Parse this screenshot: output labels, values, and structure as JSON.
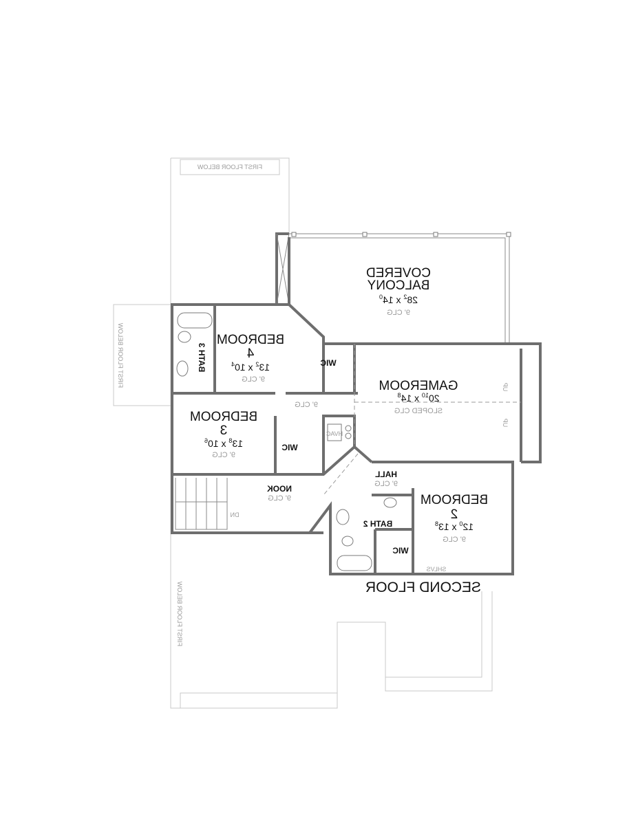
{
  "plan_title": "SECOND FLOOR",
  "first_floor_labels": [
    "FIRST FLOOR BELOW",
    "FIRST FLOOR BELOW",
    "FIRST FLOOR BELOW"
  ],
  "rooms": {
    "covered_balcony": {
      "name1": "COVERED",
      "name2": "BALCONY",
      "w": "28",
      "wi": "2",
      "h": "14",
      "hi": "0",
      "clg": "9' CLG"
    },
    "bedroom4": {
      "name1": "BEDROOM",
      "name2": "4",
      "w": "13",
      "wi": "2",
      "h": "10",
      "hi": "4",
      "clg": "9' CLG"
    },
    "bath3": {
      "name": "BATH 3"
    },
    "wic1": {
      "name": "WIC"
    },
    "gameroom": {
      "name": "GAMEROOM",
      "w": "20",
      "wi": "10",
      "h": "14",
      "hi": "8",
      "clg": "SLOPED CLG"
    },
    "hall_upper": {
      "clg": "9' CLG"
    },
    "bedroom3": {
      "name1": "BEDROOM",
      "name2": "3",
      "w": "13",
      "wi": "8",
      "h": "10",
      "hi": "6",
      "clg": "9' CLG"
    },
    "wic2": {
      "name": "WIC"
    },
    "hvac": {
      "name": "HVAC"
    },
    "hall": {
      "name": "HALL",
      "clg": "9' CLG"
    },
    "nook": {
      "name": "NOOK",
      "clg": "9' CLG"
    },
    "stairs": {
      "label": "DN"
    },
    "bedroom2": {
      "name1": "BEDROOM",
      "name2": "2",
      "w": "12",
      "wi": "0",
      "h": "13",
      "hi": "8",
      "clg": "9' CLG"
    },
    "bath2": {
      "name": "BATH 2"
    },
    "wic3": {
      "name": "WIC"
    },
    "shelves": {
      "label": "SHLVS"
    },
    "gameroom_up": [
      "UP",
      "UP"
    ]
  },
  "mirrored": true
}
